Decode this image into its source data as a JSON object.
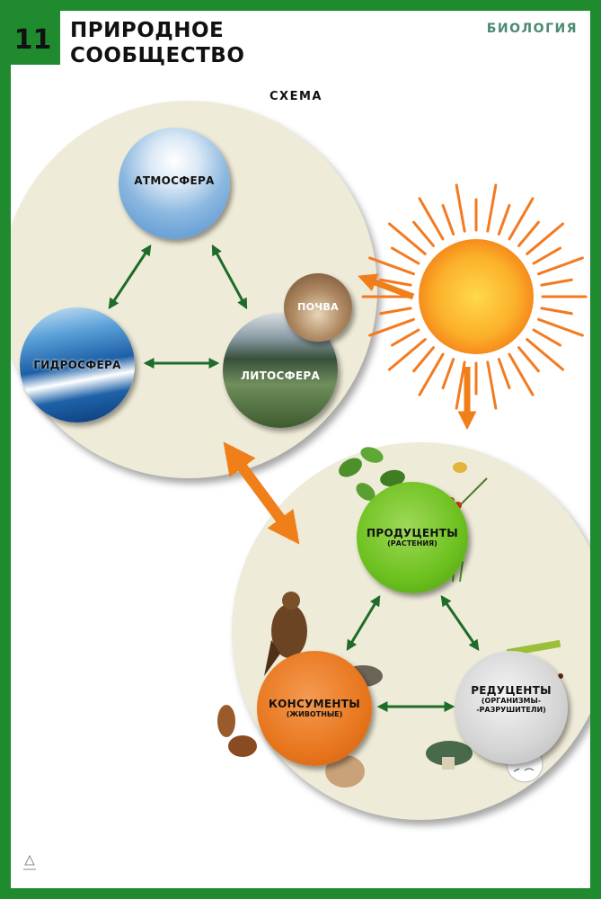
{
  "header": {
    "number": "11",
    "title_line1": "ПРИРОДНОЕ",
    "title_line2": "СООБЩЕСТВО",
    "subject": "БИОЛОГИЯ",
    "subtitle": "СХЕМА"
  },
  "nodes": {
    "atmosphere": "АТМОСФЕРА",
    "hydrosphere": "ГИДРОСФЕРА",
    "lithosphere": "ЛИТОСФЕРА",
    "soil": "ПОЧВА",
    "producers": "ПРОДУЦЕНТЫ",
    "producers_note": "(РАСТЕНИЯ)",
    "consumers": "КОНСУМЕНТЫ",
    "consumers_note": "(ЖИВОТНЫЕ)",
    "reducers": "РЕДУЦЕНТЫ",
    "reducers_note_1": "(ОРГАНИЗМЫ-",
    "reducers_note_2": "-РАЗРУШИТЕЛИ)"
  },
  "colors": {
    "frame": "#1f8a2e",
    "circle_bg": "#efebd9",
    "arrow_green": "#1e6b2a",
    "arrow_orange": "#f07f1a",
    "sun_core": "#fbb02a",
    "producers": "#6cc01e",
    "consumers": "#e8761e",
    "reducers": "#d4d4d4"
  }
}
